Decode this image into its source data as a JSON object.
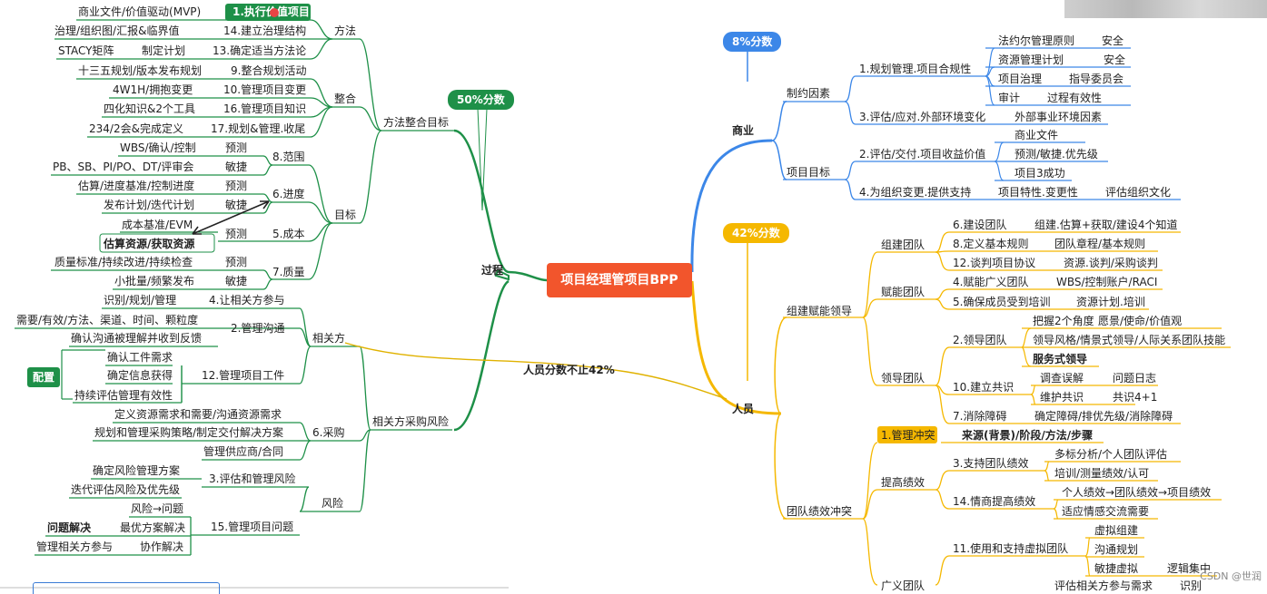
{
  "center": "项目经理管项目BPP",
  "badges": {
    "pct50": "50%分数",
    "pct8": "8%分数",
    "pct42": "42%分数",
    "config": "配置"
  },
  "branches": {
    "process": "过程",
    "business": "商业",
    "people": "人员",
    "cross": "人员分数不止42%"
  },
  "process": {
    "method_goal": "方法整合目标",
    "method": "方法",
    "integrate": "整合",
    "goal": "目标",
    "stakeholder": "相关方",
    "stake_proc_risk": "相关方采购风险",
    "procure": "6.采购",
    "risk": "风险",
    "m1": "1.执行价值项目",
    "m1a": "商业文件/价值驱动(MVP)",
    "m14": "14.建立治理结构",
    "m14a": "治理/组织图/汇报&临界值",
    "m13": "13.确定适当方法论",
    "m13a": "STACY矩阵",
    "m13b": "制定计划",
    "i9": "9.整合规划活动",
    "i9a": "十三五规划/版本发布规划",
    "i10": "10.管理项目变更",
    "i10a": "4W1H/拥抱变更",
    "i16": "16.管理项目知识",
    "i16a": "四化知识&2个工具",
    "i17": "17.规划&管理.收尾",
    "i17a": "234/2会&完成定义",
    "g8": "8.范围",
    "g8a": "WBS/确认/控制",
    "g8b": "预测",
    "g8c": "PB、SB、PI/PO、DT/评审会",
    "g8d": "敏捷",
    "g6": "6.进度",
    "g6a": "估算/进度基准/控制进度",
    "g6b": "预测",
    "g6c": "发布计划/迭代计划",
    "g6d": "敏捷",
    "g5": "5.成本",
    "g5a": "成本基准/EVM",
    "g5b": "估算资源/获取资源",
    "g5c": "预测",
    "g7": "7.质量",
    "g7a": "质量标准/持续改进/持续检查",
    "g7b": "预测",
    "g7c": "小批量/频繁发布",
    "g7d": "敏捷",
    "s4": "4.让相关方参与",
    "s4a": "识别/规划/管理",
    "s2": "2.管理沟通",
    "s2a": "需要/有效/方法、渠道、时间、颗粒度",
    "s2b": "确认沟通被理解并收到反馈",
    "s12": "12.管理项目工件",
    "s12a": "确认工件需求",
    "s12b": "确定信息获得",
    "s12c": "持续评估管理有效性",
    "p1": "定义资源需求和需要/沟通资源需求",
    "p2": "规划和管理采购策略/制定交付解决方案",
    "p3": "管理供应商/合同",
    "r3": "3.评估和管理风险",
    "r3a": "确定风险管理方案",
    "r3b": "迭代评估风险及优先级",
    "r15": "15.管理项目问题",
    "r15a": "风险→问题",
    "r15b": "问题解决",
    "r15c": "最优方案解决",
    "r15d": "管理相关方参与",
    "r15e": "协作解决"
  },
  "business": {
    "constraints": "制约因素",
    "goals": "项目目标",
    "b1": "1.规划管理.项目合规性",
    "b1a": "法约尔管理原则",
    "b1b": "安全",
    "b1c": "资源管理计划",
    "b1d": "安全",
    "b1e": "项目治理",
    "b1f": "指导委员会",
    "b1g": "审计",
    "b1h": "过程有效性",
    "b3": "3.评估/应对.外部环境变化",
    "b3a": "外部事业环境因素",
    "b2": "2.评估/交付.项目收益价值",
    "b2a": "商业文件",
    "b2b": "预测/敏捷.优先级",
    "b2c": "项目3成功",
    "b4": "4.为组织变更.提供支持",
    "b4a": "项目特性.变更性",
    "b4b": "评估组织文化"
  },
  "people": {
    "lead": "组建赋能领导",
    "perf": "团队绩效冲突",
    "build": "组建团队",
    "empower": "赋能团队",
    "leadteam": "领导团队",
    "improve": "提高绩效",
    "virtual": "广义团队",
    "p6": "6.建设团队",
    "p6a": "组建.估算+获取/建设4个知道",
    "p8": "8.定义基本规则",
    "p8a": "团队章程/基本规则",
    "p12": "12.谈判项目协议",
    "p12a": "资源.谈判/采购谈判",
    "p4": "4.赋能广义团队",
    "p4a": "WBS/控制账户/RACI",
    "p5": "5.确保成员受到培训",
    "p5a": "资源计划.培训",
    "p2": "2.领导团队",
    "p2a": "把握2个角度",
    "p2b": "愿景/使命/价值观",
    "p2c": "领导风格/情景式领导/人际关系团队技能",
    "p2d": "服务式领导",
    "p10": "10.建立共识",
    "p10a": "调查误解",
    "p10b": "问题日志",
    "p10c": "维护共识",
    "p10d": "共识4+1",
    "p7": "7.消除障碍",
    "p7a": "确定障碍/排优先级/消除障碍",
    "c1": "1.管理冲突",
    "c1a": "来源(背景)/阶段/方法/步骤",
    "c3": "3.支持团队绩效",
    "c3a": "多标分析/个人团队评估",
    "c3b": "培训/测量绩效/认可",
    "c14": "14.情商提高绩效",
    "c14a": "个人绩效→团队绩效→项目绩效",
    "c14b": "适应情感交流需要",
    "c11": "11.使用和支持虚拟团队",
    "c11a": "虚拟组建",
    "c11b": "沟通规划",
    "c11c": "敏捷虚拟",
    "c11d": "逻辑集中",
    "c_cut1": "评估相关方参与需求",
    "c_cut2": "识别"
  },
  "watermark": "CSDN @世润",
  "colors": {
    "center": "#f2552c",
    "process": "#1e9048",
    "business": "#3c87e8",
    "people": "#f5b800",
    "cross": "#e0b200"
  }
}
